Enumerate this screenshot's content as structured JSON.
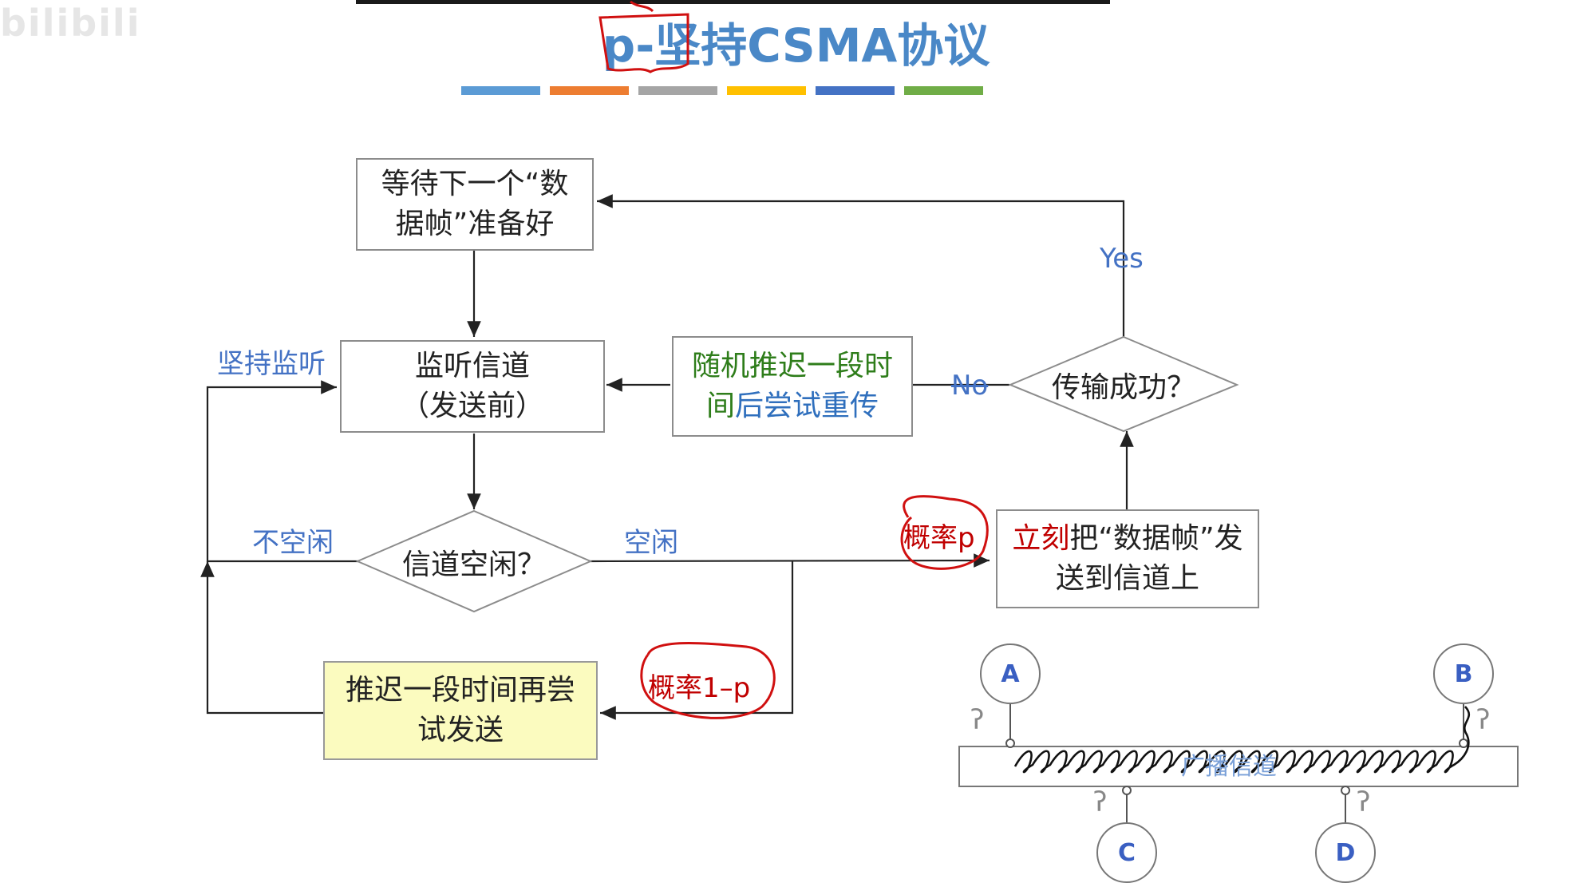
{
  "watermark": "bilibili",
  "title": {
    "prefix": "p-",
    "highlight": "坚持",
    "suffix": "CSMA协议"
  },
  "stripe_colors": [
    "#5b9bd5",
    "#ed7d31",
    "#a5a5a5",
    "#ffc000",
    "#4472c4",
    "#70ad47"
  ],
  "flowchart": {
    "wait_box": {
      "line1": "等待下一个“数",
      "line2": "据帧”准备好"
    },
    "listen_box": {
      "line1": "监听信道",
      "line2": "（发送前）"
    },
    "idle_decision": "信道空闲？",
    "backoff_box": {
      "line1_green": "随机推迟一段时",
      "line2_green": "间",
      "line2_blue": "后尝试重传"
    },
    "success_decision": "传输成功？",
    "send_box": {
      "red": "立刻",
      "rest1": "把“数据帧”发",
      "line2": "送到信道上"
    },
    "defer_box": {
      "line1": "推迟一段时间再尝",
      "line2": "试发送"
    },
    "labels": {
      "persist": "坚持监听",
      "busy": "不空闲",
      "idle": "空闲",
      "yes": "Yes",
      "no": "No",
      "prob_p": "概率p",
      "prob_1p": "概率1–p"
    }
  },
  "bus_diagram": {
    "label": "广播信道",
    "nodes": [
      "A",
      "B",
      "C",
      "D"
    ]
  }
}
